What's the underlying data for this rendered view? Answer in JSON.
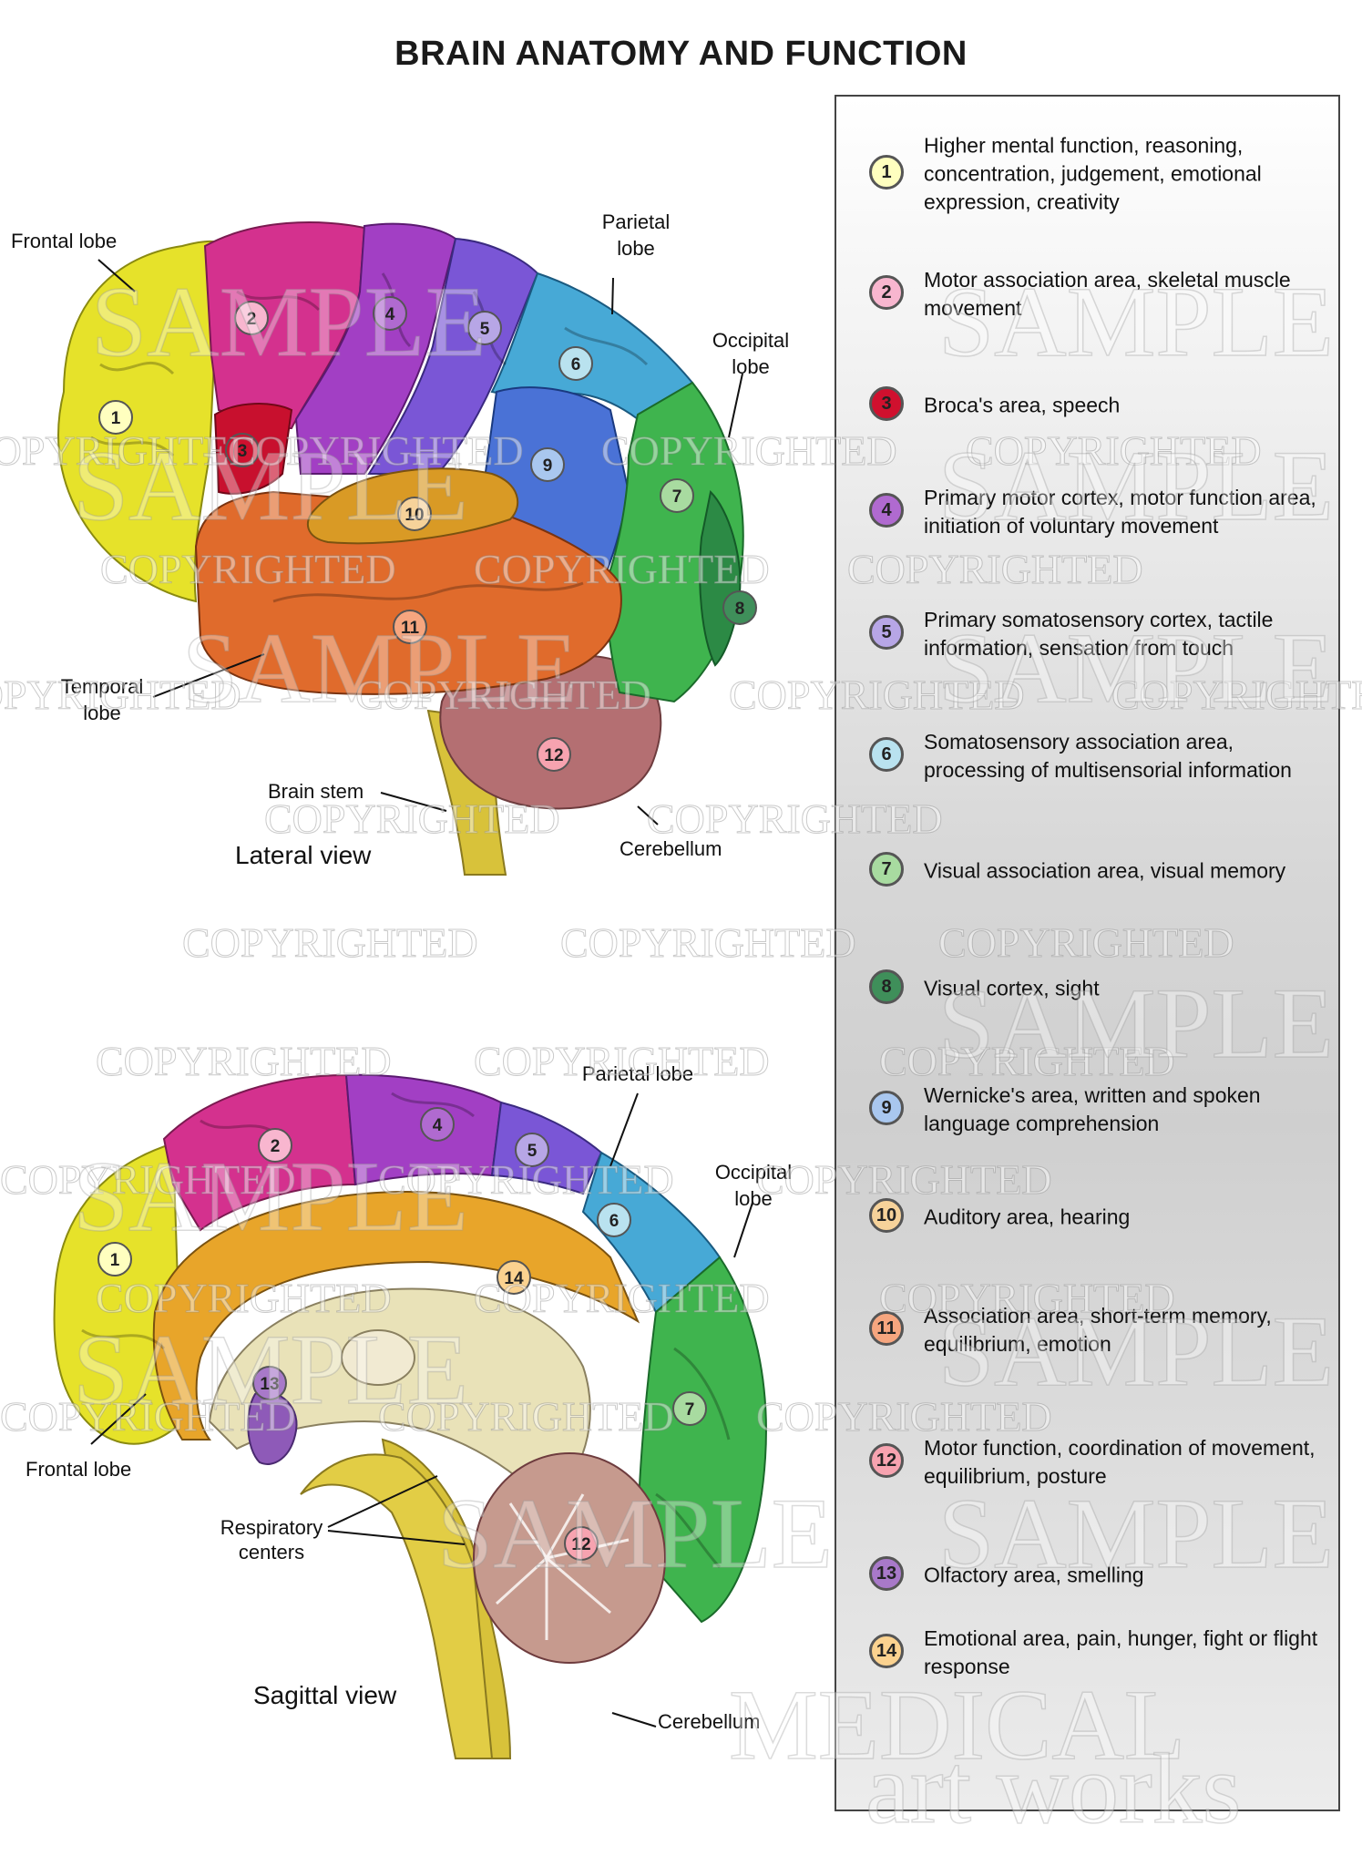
{
  "title": "BRAIN ANATOMY AND FUNCTION",
  "lateral": {
    "view_label": "Lateral view",
    "labels": {
      "frontal": "Frontal lobe",
      "parietal_1": "Parietal",
      "parietal_2": "lobe",
      "occipital_1": "Occipital",
      "occipital_2": "lobe",
      "temporal_1": "Temporal",
      "temporal_2": "lobe",
      "brain_stem": "Brain stem",
      "cerebellum": "Cerebellum"
    }
  },
  "sagittal": {
    "view_label": "Sagittal view",
    "labels": {
      "parietal": "Parietal lobe",
      "occipital_1": "Occipital",
      "occipital_2": "lobe",
      "frontal": "Frontal lobe",
      "respiratory_1": "Respiratory",
      "respiratory_2": "centers",
      "cerebellum": "Cerebellum"
    }
  },
  "legend": [
    {
      "num": "1",
      "color": "#ffffbf",
      "text": "Higher mental function, reasoning, concentration, judgement, emotional expression, creativity"
    },
    {
      "num": "2",
      "color": "#f8b6cf",
      "text": "Motor association area, skeletal muscle movement"
    },
    {
      "num": "3",
      "color": "#d0102e",
      "text": "Broca's area, speech"
    },
    {
      "num": "4",
      "color": "#b06ad0",
      "text": "Primary motor cortex, motor function area, initiation of voluntary movement"
    },
    {
      "num": "5",
      "color": "#b7a6e6",
      "text": "Primary somatosensory cortex, tactile information, sensation from touch"
    },
    {
      "num": "6",
      "color": "#b9e2ef",
      "text": "Somatosensory association area, processing of multisensorial information"
    },
    {
      "num": "7",
      "color": "#a8dba0",
      "text": "Visual association area, visual memory"
    },
    {
      "num": "8",
      "color": "#3f8f5a",
      "text": "Visual cortex, sight"
    },
    {
      "num": "9",
      "color": "#a9c7ef",
      "text": "Wernicke's area, written and spoken language comprehension"
    },
    {
      "num": "10",
      "color": "#f6d29a",
      "text": "Auditory area, hearing"
    },
    {
      "num": "11",
      "color": "#f6a67f",
      "text": "Association area, short-term memory, equilibrium, emotion"
    },
    {
      "num": "12",
      "color": "#f7a3b0",
      "text": "Motor function, coordination of movement, equilibrium, posture"
    },
    {
      "num": "13",
      "color": "#a879c9",
      "text": "Olfactory area, smelling"
    },
    {
      "num": "14",
      "color": "#fbd28f",
      "text": "Emotional area, pain, hunger, fight or flight response"
    }
  ],
  "watermark": {
    "text_1": "COPYRIGHTED",
    "text_2": "SAMPLE",
    "text_3": "MEDICAL",
    "text_4": "art works"
  },
  "colors": {
    "frontal": "#e6e22a",
    "motor_assoc": "#d4318e",
    "broca": "#c8102e",
    "primary_motor": "#a23fc4",
    "somatosensory": "#7a56d6",
    "somato_assoc": "#47a9d6",
    "visual_assoc": "#3fb44e",
    "visual_cortex": "#2c8a45",
    "wernicke": "#4a72d6",
    "auditory": "#d99a25",
    "association": "#e06b2c",
    "cerebellum": "#b46f72",
    "olfactory": "#8e5ab8",
    "emotional": "#e8a52a",
    "stem": "#d8c23a"
  }
}
